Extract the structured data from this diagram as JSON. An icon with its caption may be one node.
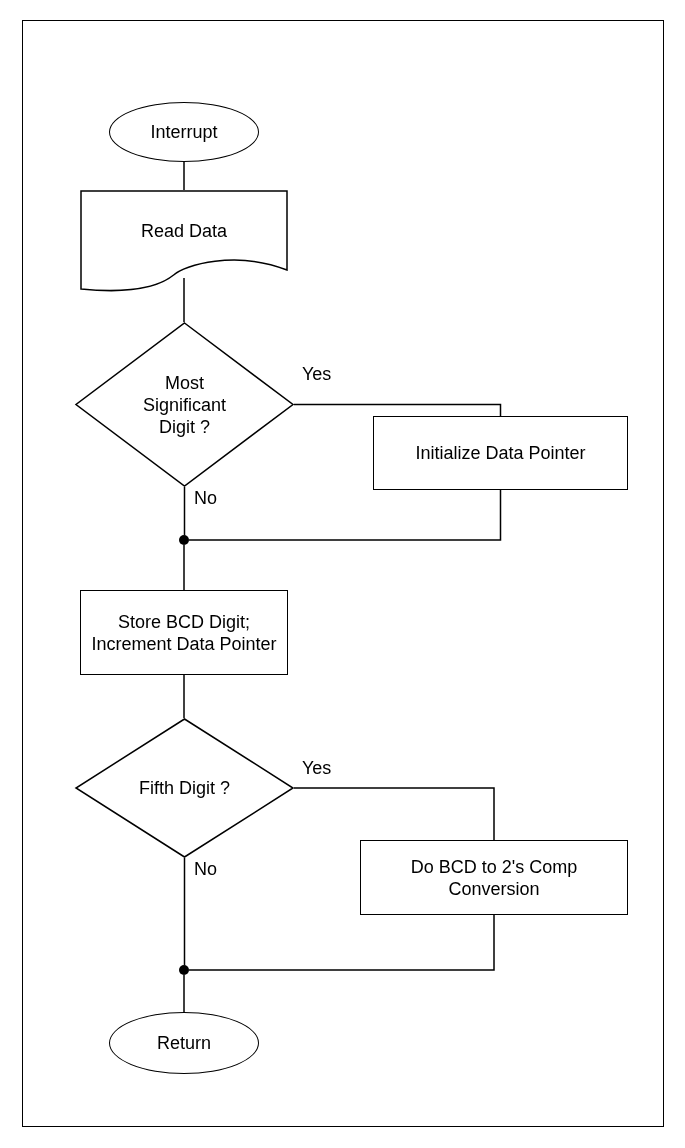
{
  "diagram": {
    "nodes": [
      {
        "text": [
          "Interrupt"
        ]
      },
      {
        "text": [
          "Read Data"
        ]
      },
      {
        "text": [
          "Most Significant Digit ?"
        ]
      },
      {
        "text": [
          "Initialize Data Pointer"
        ]
      },
      {
        "text": [],
        "shape": "circle"
      },
      {
        "text": [
          "Store BCD Digit; Increment Data Pointer"
        ]
      },
      {
        "text": [
          "Fifth Digit ?"
        ]
      },
      {
        "text": [
          "Do BCD to 2's Comp Conversion"
        ]
      },
      {
        "text": [],
        "shape": "circle"
      },
      {
        "text": [
          "Return"
        ]
      }
    ],
    "edges": [
      {
        "from": 0,
        "to": 1,
        "arrow": "none"
      },
      {
        "from": 1,
        "to": 2,
        "arrow": "none"
      },
      {
        "from": 2,
        "to": 3,
        "arrow": "none",
        "label": "Yes"
      },
      {
        "from": 2,
        "to": 4,
        "arrow": "none",
        "label": "No"
      },
      {
        "from": 3,
        "to": 4,
        "arrow": "none"
      },
      {
        "from": 4,
        "to": 5,
        "arrow": "none"
      },
      {
        "from": 5,
        "to": 6,
        "arrow": "none"
      },
      {
        "from": 6,
        "to": 7,
        "arrow": "none",
        "label": "Yes"
      },
      {
        "from": 6,
        "to": 8,
        "arrow": "none",
        "label": "No"
      },
      {
        "from": 7,
        "to": 8,
        "arrow": "none"
      },
      {
        "from": 8,
        "to": 9,
        "arrow": "none"
      }
    ]
  }
}
